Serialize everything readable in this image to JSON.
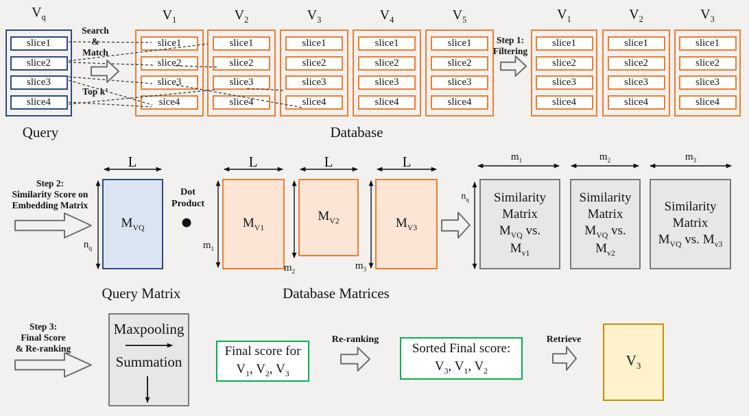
{
  "colors": {
    "background": "#f2f1ef",
    "navy": "#2e4a7c",
    "orange": "#ed7d31",
    "light_blue": "#dbe5f1",
    "light_orange": "#fce5d5",
    "gray_fill": "#e8e7e6",
    "gray_border": "#7a7a7a",
    "green": "#00b050",
    "yellow_fill": "#fff2cc",
    "yellow_border": "#bf9000",
    "arrow_outline": "#6e6e6e"
  },
  "top": {
    "query": {
      "label": [
        {
          "t": "V"
        },
        {
          "s": "q"
        }
      ],
      "slices": [
        "slice1",
        "slice2",
        "slice3",
        "slice4"
      ],
      "caption": "Query"
    },
    "search_match": {
      "lines": [
        "Search",
        "&",
        "Match"
      ],
      "topk": "Top k’"
    },
    "database": {
      "caption": "Database",
      "columns": [
        {
          "label": [
            {
              "t": "V"
            },
            {
              "s": "1"
            }
          ],
          "slices": [
            "slice1",
            "slice2",
            "slice3",
            "sice4"
          ]
        },
        {
          "label": [
            {
              "t": "V"
            },
            {
              "s": "2"
            }
          ],
          "slices": [
            "slice1",
            "slice2",
            "slice3",
            "slice4"
          ]
        },
        {
          "label": [
            {
              "t": "V"
            },
            {
              "s": "3"
            }
          ],
          "slices": [
            "slice1",
            "slice2",
            "slice3",
            "slice4"
          ]
        },
        {
          "label": [
            {
              "t": "V"
            },
            {
              "s": "4"
            }
          ],
          "slices": [
            "slice1",
            "slice2",
            "slice3",
            "slice4"
          ]
        },
        {
          "label": [
            {
              "t": "V"
            },
            {
              "s": "5"
            }
          ],
          "slices": [
            "slice1",
            "slice2",
            "slice3",
            "slice4"
          ]
        }
      ]
    },
    "step1": {
      "title_lines": [
        "Step 1:",
        "Filtering"
      ],
      "columns": [
        {
          "label": [
            {
              "t": "V"
            },
            {
              "s": "1"
            }
          ],
          "slices": [
            "slice1",
            "slice2",
            "slice3",
            "slice4"
          ]
        },
        {
          "label": [
            {
              "t": "V"
            },
            {
              "s": "2"
            }
          ],
          "slices": [
            "slice1",
            "slice2",
            "slice3",
            "slice4"
          ]
        },
        {
          "label": [
            {
              "t": "V"
            },
            {
              "s": "3"
            }
          ],
          "slices": [
            "slice1",
            "slice2",
            "slice3",
            "slice4"
          ]
        }
      ]
    }
  },
  "middle": {
    "step2_lines": [
      "Step 2:",
      "Similarity Score on",
      "Embedding Matrix"
    ],
    "dot_lines": [
      "Dot",
      "Product"
    ],
    "query_matrix": {
      "label": [
        {
          "t": "M"
        },
        {
          "s": "VQ"
        }
      ],
      "dim_width": "L",
      "dim_height": [
        {
          "t": "n"
        },
        {
          "s": "q"
        }
      ],
      "caption": "Query Matrix"
    },
    "database_matrices": {
      "caption": "Database Matrices",
      "items": [
        {
          "label": [
            {
              "t": "M"
            },
            {
              "s": "V1"
            }
          ],
          "dim_width": "L",
          "dim_height": [
            {
              "t": "m"
            },
            {
              "s": "1"
            }
          ]
        },
        {
          "label": [
            {
              "t": "M"
            },
            {
              "s": "V2"
            }
          ],
          "dim_width": "L",
          "dim_height": [
            {
              "t": "m"
            },
            {
              "s": "2"
            }
          ]
        },
        {
          "label": [
            {
              "t": "M"
            },
            {
              "s": "V3"
            }
          ],
          "dim_width": "L",
          "dim_height": [
            {
              "t": "m"
            },
            {
              "s": "3"
            }
          ]
        }
      ]
    },
    "similarity": {
      "dim_height": [
        {
          "t": "n"
        },
        {
          "s": "q"
        }
      ],
      "boxes": [
        {
          "dim_width": [
            {
              "t": "m"
            },
            {
              "s": "1"
            }
          ],
          "line1": "Similarity",
          "line2": "Matrix",
          "line3": [
            {
              "t": "M"
            },
            {
              "s": "VQ"
            },
            {
              "t": " vs."
            }
          ],
          "line4": [
            {
              "t": "M"
            },
            {
              "s": "v1"
            }
          ]
        },
        {
          "dim_width": [
            {
              "t": "m"
            },
            {
              "s": "2"
            }
          ],
          "line1": "Similarity",
          "line2": "Matrix",
          "line3": [
            {
              "t": "M"
            },
            {
              "s": "VQ"
            },
            {
              "t": " vs."
            }
          ],
          "line4": [
            {
              "t": "M"
            },
            {
              "s": "v2"
            }
          ]
        },
        {
          "dim_width": [
            {
              "t": "m"
            },
            {
              "s": "3"
            }
          ],
          "line1": "Similarity",
          "line2": "Matrix",
          "line3": [
            {
              "t": "M"
            },
            {
              "s": "VQ"
            },
            {
              "t": " vs. "
            },
            {
              "t": "M"
            },
            {
              "s": "v3"
            }
          ]
        }
      ]
    }
  },
  "bottom": {
    "step3_lines": [
      "Step 3:",
      "Final Score",
      "& Re-ranking"
    ],
    "pool_box": {
      "op1": "Maxpooling",
      "op2": "Summation"
    },
    "final_box": {
      "line1": "Final score for",
      "line2": [
        {
          "t": "V"
        },
        {
          "s": "1"
        },
        {
          "t": ", V"
        },
        {
          "s": "2"
        },
        {
          "t": ", V"
        },
        {
          "s": "3"
        }
      ]
    },
    "rerank_label": "Re-ranking",
    "sorted_box": {
      "line1": "Sorted Final score:",
      "line2": [
        {
          "t": "V"
        },
        {
          "s": "3"
        },
        {
          "t": ", V"
        },
        {
          "s": "1"
        },
        {
          "t": ", V"
        },
        {
          "s": "2"
        }
      ]
    },
    "retrieve_label": "Retrieve",
    "result_box": {
      "label": [
        {
          "t": "V"
        },
        {
          "s": "3"
        }
      ]
    }
  }
}
